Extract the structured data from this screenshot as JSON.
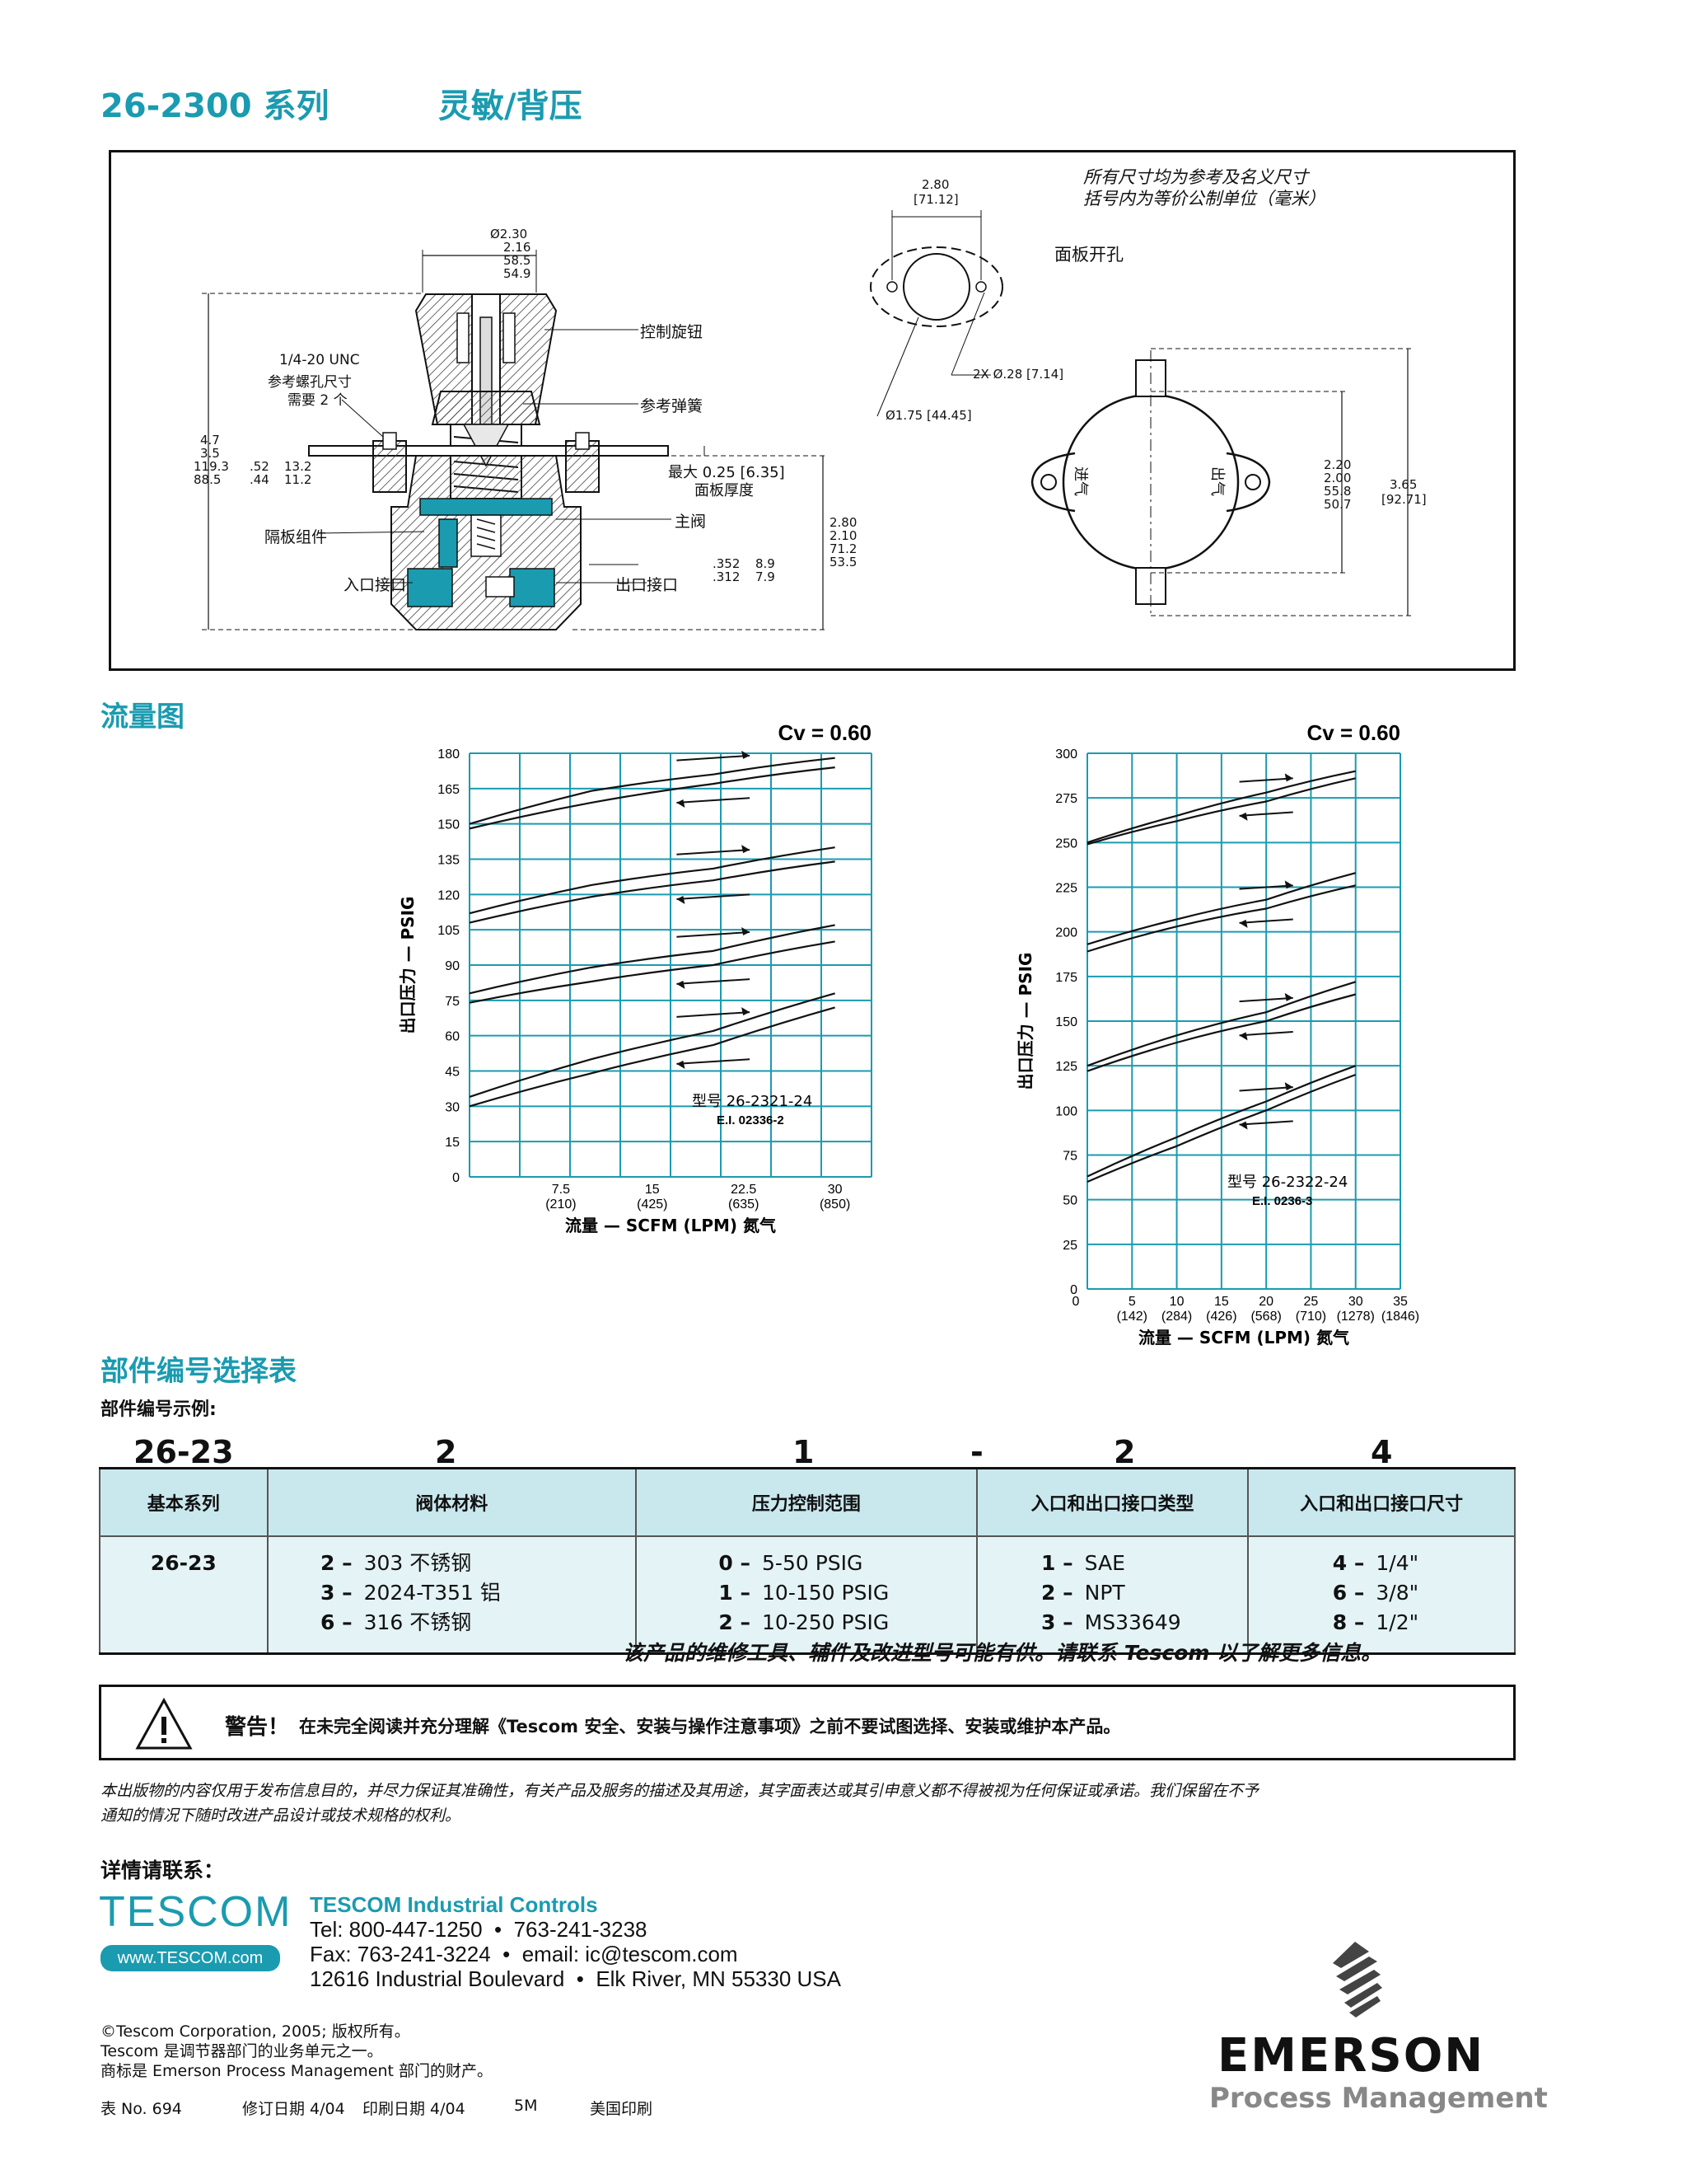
{
  "header": {
    "series": "26-2300 系列",
    "type": "灵敏/背压"
  },
  "drawing": {
    "note_line1": "所有尺寸均为参考及名义尺寸",
    "note_line2": "括号内为等价公制单位（毫米）",
    "panel_cutout": "面板开孔",
    "knob_label": "控制旋钮",
    "spring_label": "参考弹簧",
    "unc_line1": "1/4-20 UNC",
    "unc_line2": "参考螺孔尺寸",
    "unc_line3": "需要 2 个",
    "diaphragm_label": "隔板组件",
    "main_valve_label": "主阀",
    "inlet_label": "入口接口",
    "outlet_label": "出口接口",
    "panel_thickness_line1": "最大 0.25 [6.35]",
    "panel_thickness_line2": "面板厚度",
    "dia_top_1": "Ø2.30",
    "dia_top_2": "2.16",
    "dia_top_3": "58.5",
    "dia_top_4": "54.9",
    "height_1": "4.7",
    "height_2": "3.5",
    "height_3": "119.3",
    "height_4": "88.5",
    "panel_1": ".52",
    "panel_2": ".44",
    "panel_3": "13.2",
    "panel_4": "11.2",
    "port_1": ".352",
    "port_2": ".312",
    "port_3": "8.9",
    "port_4": "7.9",
    "body_1": "2.80",
    "body_2": "2.10",
    "body_3": "71.2",
    "body_4": "53.5",
    "cut_w_1": "2.80",
    "cut_w_2": "[71.12]",
    "holes": "2X Ø.28 [7.14]",
    "cut_dia": "Ø1.75 [44.45]",
    "bot_1": "2.20",
    "bot_2": "2.00",
    "bot_3": "55.8",
    "bot_4": "50.7",
    "bot_5": "3.65",
    "bot_6": "[92.71]",
    "in_mark": "进气",
    "out_mark": "出气"
  },
  "flow_title": "流量图",
  "chart_data": [
    {
      "type": "line",
      "cv_label": "Cv = 0.60",
      "ylabel": "出口压力 — PSIG",
      "xlabel": "流量 — SCFM (LPM) 氮气",
      "model": "型号 26-2321-24",
      "ei": "E.I. 02336-2",
      "ylim": [
        0,
        180
      ],
      "xlim": [
        0,
        33
      ],
      "yticks": [
        "180",
        "165",
        "150",
        "135",
        "120",
        "105",
        "90",
        "75",
        "60",
        "45",
        "30",
        "15",
        "0"
      ],
      "xticks": [
        {
          "v": 7.5,
          "a": "7.5",
          "b": "(210)"
        },
        {
          "v": 15,
          "a": "15",
          "b": "(425)"
        },
        {
          "v": 22.5,
          "a": "22.5",
          "b": "(635)"
        },
        {
          "v": 30,
          "a": "30",
          "b": "(850)"
        }
      ],
      "curves": [
        {
          "up": [
            [
              0,
              150
            ],
            [
              10,
              164
            ],
            [
              20,
              171
            ],
            [
              30,
              178
            ]
          ],
          "down": [
            [
              0,
              148
            ],
            [
              10,
              159
            ],
            [
              20,
              167
            ],
            [
              30,
              174
            ]
          ]
        },
        {
          "up": [
            [
              0,
              112
            ],
            [
              10,
              124
            ],
            [
              20,
              131
            ],
            [
              30,
              140
            ]
          ],
          "down": [
            [
              0,
              108
            ],
            [
              10,
              119
            ],
            [
              20,
              126
            ],
            [
              30,
              134
            ]
          ]
        },
        {
          "up": [
            [
              0,
              78
            ],
            [
              10,
              89
            ],
            [
              20,
              96
            ],
            [
              30,
              107
            ]
          ],
          "down": [
            [
              0,
              74
            ],
            [
              10,
              83
            ],
            [
              20,
              90
            ],
            [
              30,
              100
            ]
          ]
        },
        {
          "up": [
            [
              0,
              34
            ],
            [
              10,
              50
            ],
            [
              20,
              62
            ],
            [
              30,
              78
            ]
          ],
          "down": [
            [
              0,
              30
            ],
            [
              10,
              44
            ],
            [
              20,
              56
            ],
            [
              30,
              72
            ]
          ]
        }
      ]
    },
    {
      "type": "line",
      "cv_label": "Cv = 0.60",
      "ylabel": "出口压力 — PSIG",
      "xlabel": "流量 — SCFM (LPM) 氮气",
      "model": "型号 26-2322-24",
      "ei": "E.I. 0236-3",
      "ylim": [
        0,
        300
      ],
      "xlim": [
        0,
        35
      ],
      "yticks": [
        "300",
        "275",
        "250",
        "225",
        "200",
        "175",
        "150",
        "125",
        "100",
        "75",
        "50",
        "25",
        "0"
      ],
      "xticks": [
        {
          "v": 5,
          "a": "5",
          "b": "(142)"
        },
        {
          "v": 10,
          "a": "10",
          "b": "(284)"
        },
        {
          "v": 15,
          "a": "15",
          "b": "(426)"
        },
        {
          "v": 20,
          "a": "20",
          "b": "(568)"
        },
        {
          "v": 25,
          "a": "25",
          "b": "(710)"
        },
        {
          "v": 30,
          "a": "30",
          "b": "(1278)"
        },
        {
          "v": 35,
          "a": "35",
          "b": "(1846)"
        }
      ],
      "curves": [
        {
          "up": [
            [
              0,
              250
            ],
            [
              10,
              265
            ],
            [
              20,
              278
            ],
            [
              30,
              290
            ]
          ],
          "down": [
            [
              0,
              249
            ],
            [
              10,
              262
            ],
            [
              20,
              273
            ],
            [
              30,
              286
            ]
          ]
        },
        {
          "up": [
            [
              0,
              193
            ],
            [
              10,
              207
            ],
            [
              20,
              218
            ],
            [
              30,
              233
            ]
          ],
          "down": [
            [
              0,
              189
            ],
            [
              10,
              203
            ],
            [
              20,
              213
            ],
            [
              30,
              226
            ]
          ]
        },
        {
          "up": [
            [
              0,
              125
            ],
            [
              10,
              142
            ],
            [
              20,
              155
            ],
            [
              30,
              172
            ]
          ],
          "down": [
            [
              0,
              122
            ],
            [
              10,
              138
            ],
            [
              20,
              150
            ],
            [
              30,
              165
            ]
          ]
        },
        {
          "up": [
            [
              0,
              63
            ],
            [
              10,
              85
            ],
            [
              20,
              105
            ],
            [
              30,
              125
            ]
          ],
          "down": [
            [
              0,
              60
            ],
            [
              10,
              80
            ],
            [
              20,
              100
            ],
            [
              30,
              120
            ]
          ]
        }
      ]
    }
  ],
  "parts": {
    "title": "部件编号选择表",
    "example_label": "部件编号示例:",
    "example_code": [
      "26-23",
      "2",
      "1",
      "-",
      "2",
      "4"
    ],
    "headers": [
      "基本系列",
      "阀体材料",
      "压力控制范围",
      "入口和出口接口类型",
      "入口和出口接口尺寸"
    ],
    "base": "26-23",
    "material": [
      {
        "k": "2 –",
        "v": "303 不锈钢"
      },
      {
        "k": "3 –",
        "v": "2024-T351 铝"
      },
      {
        "k": "6 –",
        "v": "316 不锈钢"
      }
    ],
    "pressure": [
      {
        "k": "0 –",
        "v": "5-50 PSIG"
      },
      {
        "k": "1 –",
        "v": "10-150 PSIG"
      },
      {
        "k": "2 –",
        "v": "10-250 PSIG"
      }
    ],
    "port_type": [
      {
        "k": "1 –",
        "v": "SAE"
      },
      {
        "k": "2 –",
        "v": "NPT"
      },
      {
        "k": "3 –",
        "v": "MS33649"
      }
    ],
    "port_size": [
      {
        "k": "4 –",
        "v": "1/4\""
      },
      {
        "k": "6 –",
        "v": "3/8\""
      },
      {
        "k": "8 –",
        "v": "1/2\""
      }
    ],
    "service_note": "该产品的维修工具、辅件及改进型号可能有供。请联系 Tescom 以了解更多信息。"
  },
  "warning": {
    "label": "警告！",
    "text": "在未完全阅读并充分理解《Tescom 安全、安装与操作注意事项》之前不要试图选择、安装或维护本产品。"
  },
  "disclaimer": {
    "line1": "本出版物的内容仅用于发布信息目的，并尽力保证其准确性，有关产品及服务的描述及其用途，其字面表达或其引申意义都不得被视为任何保证或承诺。我们保留在不予",
    "line2": "通知的情况下随时改进产品设计或技术规格的权利。"
  },
  "contact": {
    "heading": "详情请联系：",
    "brand": "TESCOM",
    "url": "www.TESCOM.com",
    "company": "TESCOM Industrial Controls",
    "tel": "Tel: 800-447-1250  •  763-241-3238",
    "fax": "Fax: 763-241-3224  •  email: ic@tescom.com",
    "address": "12616 Industrial Boulevard  •  Elk River, MN 55330 USA"
  },
  "footer": {
    "copyright": "©Tescom Corporation, 2005; 版权所有。",
    "line2": "Tescom 是调节器部门的业务单元之一。",
    "line3": "商标是 Emerson Process Management 部门的财产。",
    "form_no": "表 No. 694",
    "revised": "修订日期 4/04",
    "printed": "印刷日期 4/04",
    "qty": "5M",
    "country": "美国印刷"
  },
  "emerson": {
    "name": "EMERSON",
    "sub": "Process Management"
  },
  "colors": {
    "teal": "#1a9bb0",
    "grid": "#1a9bb0",
    "table_body": "#e4f3f6",
    "table_head": "#c9e8ee"
  }
}
